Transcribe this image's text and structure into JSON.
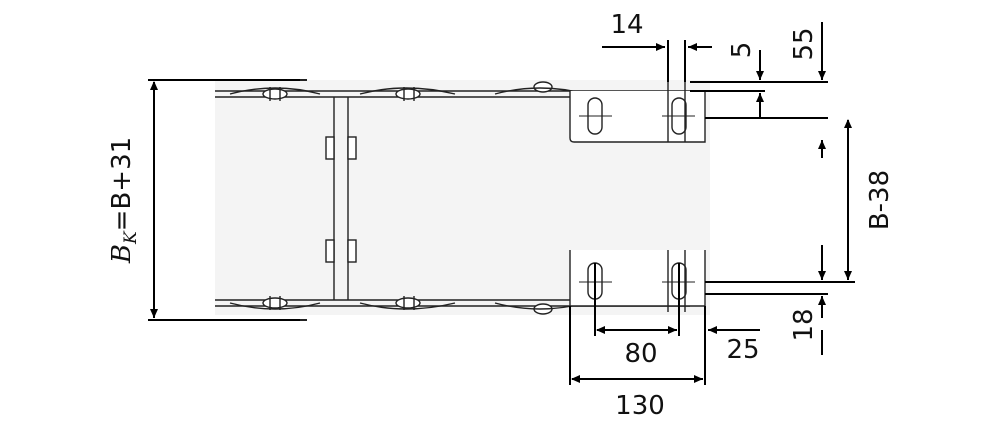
{
  "diagram": {
    "labels": {
      "bk_symbol": "B",
      "bk_subscript": "K",
      "bk_expression": "=B+31",
      "inner_width": "B-38",
      "dim_14": "14",
      "dim_5": "5",
      "dim_55": "55",
      "dim_18": "18",
      "dim_80": "80",
      "dim_25": "25",
      "dim_130": "130"
    }
  }
}
